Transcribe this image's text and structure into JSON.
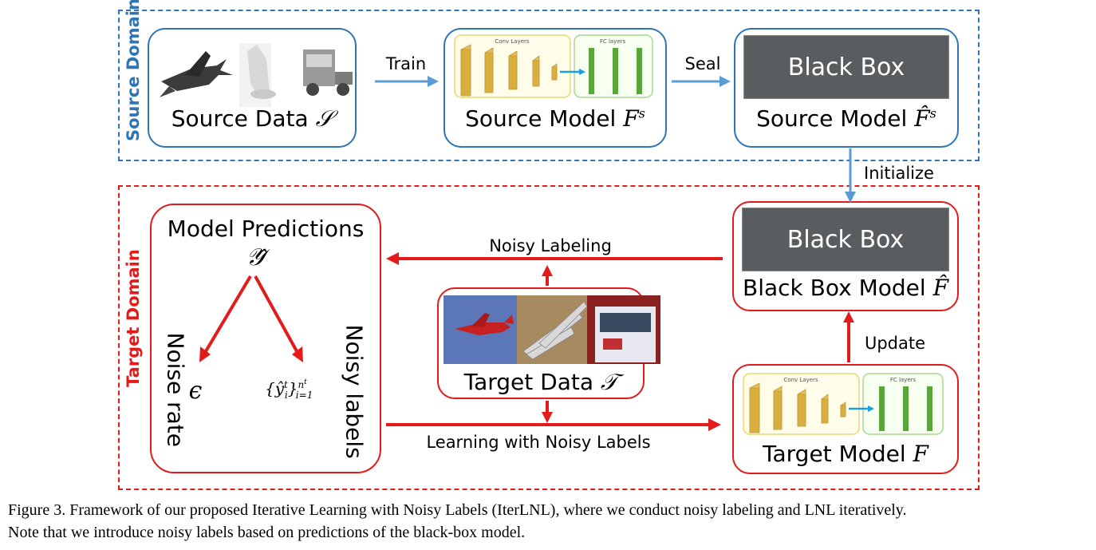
{
  "source_domain": {
    "title": "Source Domain",
    "source_data_label": "Source Data",
    "source_data_symbol": "𝒮",
    "train_label": "Train",
    "source_model_label": "Source Model",
    "source_model_symbol": "F",
    "source_model_sup": "s",
    "seal_label": "Seal",
    "sealed_model_label": "Source Model",
    "sealed_model_symbol": "F̂",
    "sealed_model_sup": "s",
    "black_box_text": "Black Box",
    "conv_layers_text": "Conv Layers",
    "fc_layers_text": "FC layers"
  },
  "initialize_label": "Initialize",
  "target_domain": {
    "title": "Target Domain",
    "predictions_title": "Model Predictions",
    "predictions_symbol": "𝒴̂",
    "noise_rate_label": "Noise rate",
    "noise_rate_symbol": "ϵ",
    "noisy_labels_label": "Noisy labels",
    "noisy_labels_expr": "{ŷ",
    "noisy_labels_sup_t": "t",
    "noisy_labels_sub_i": "i",
    "noisy_labels_close": "}",
    "noisy_labels_range_sup": "n",
    "noisy_labels_range_sup_t": "t",
    "noisy_labels_range_sub": "i=1",
    "noisy_labeling_label": "Noisy Labeling",
    "target_data_label": "Target Data",
    "target_data_symbol": "𝒯",
    "lnl_label": "Learning with Noisy Labels",
    "black_box_text": "Black Box",
    "black_box_model_label": "Black Box Model",
    "black_box_model_symbol": "F̂",
    "update_label": "Update",
    "target_model_label": "Target Model",
    "target_model_symbol": "F",
    "conv_layers_text": "Conv Layers",
    "fc_layers_text": "FC layers"
  },
  "caption": {
    "line1": "Figure 3. Framework of our proposed Iterative Learning with Noisy Labels (IterLNL), where we conduct noisy labeling and LNL iteratively.",
    "line2": "Note that we introduce noisy labels based on predictions of the black-box model."
  },
  "colors": {
    "source_blue": "#2e75b6",
    "target_red": "#e31b1b",
    "arrow_blue": "#5b9bd5",
    "conv_yellow": "#e8c05a",
    "fc_green": "#5aa63a",
    "blackbox_gray": "#5a5d5f"
  }
}
